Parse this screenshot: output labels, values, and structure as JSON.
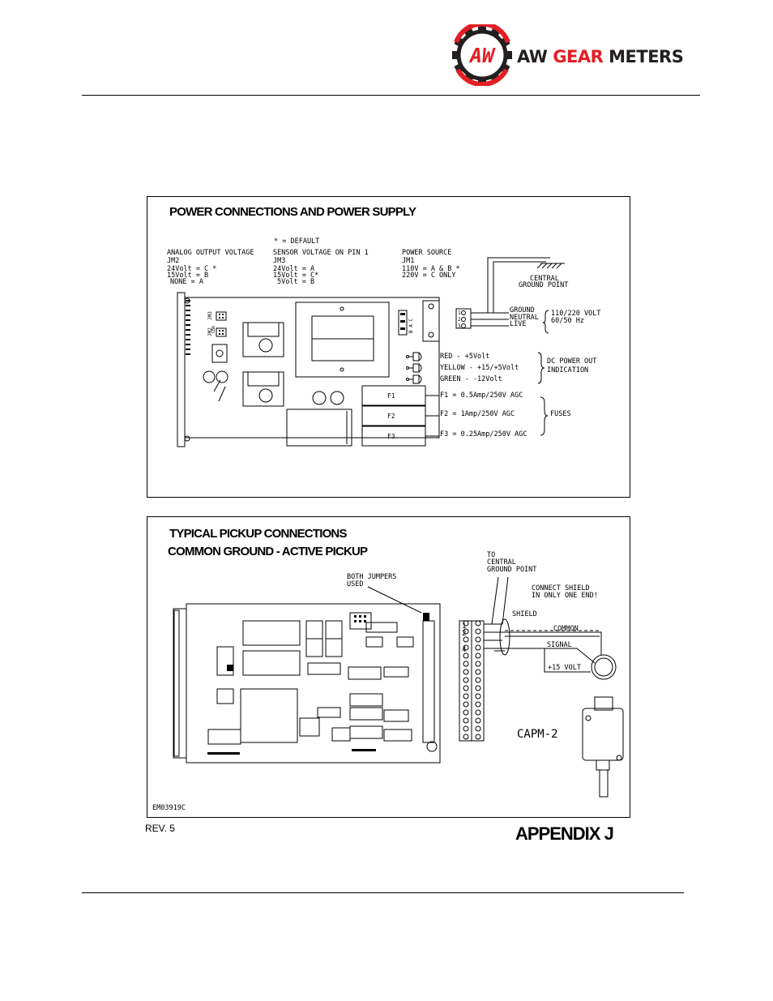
{
  "header": {
    "logo_mark": "AW",
    "brand_aw": "AW",
    "brand_gear": "GEAR",
    "brand_meters": "METERS",
    "colors": {
      "brand_red": "#e31e24",
      "brand_black": "#231f20"
    }
  },
  "panel1": {
    "title": "POWER CONNECTIONS AND POWER SUPPLY",
    "default_note": "* = DEFAULT",
    "analog": {
      "heading": "ANALOG OUTPUT VOLTAGE",
      "jumper": "JM2",
      "lines": [
        "24Volt = C *",
        "15Volt = B",
        "NONE = A"
      ]
    },
    "sensor": {
      "heading": "SENSOR VOLTAGE ON PIN 1",
      "jumper": "JM3",
      "lines": [
        "24Volt = A",
        "15Volt = C*",
        "5Volt = B"
      ]
    },
    "power_source": {
      "heading": "POWER SOURCE",
      "jumper": "JM1",
      "lines": [
        "110V = A & B *",
        "220V = C ONLY"
      ]
    },
    "board_labels": {
      "jm3": "JM3",
      "jm2": "JM2",
      "cba": "CBA",
      "jm1_letters": "B A C",
      "terminals": [
        "1",
        "2",
        "3"
      ]
    },
    "ground": {
      "line1": "CENTRAL",
      "line2": "GROUND POINT"
    },
    "mains": [
      "GROUND",
      "NEUTRAL",
      "LIVE"
    ],
    "voltage": {
      "line1": "110/220 VOLT",
      "line2": "60/50 Hz"
    },
    "leds": [
      "RED - +5Volt",
      "YELLOW - +15/+5Volt",
      "GREEN - -12Volt"
    ],
    "dc_power": {
      "line1": "DC POWER OUT",
      "line2": "INDICATION"
    },
    "fuse_boxes": [
      "F1",
      "F2",
      "F3"
    ],
    "fuses": [
      "F1 = 0.5Amp/250V AGC",
      "F2 = 1Amp/250V AGC",
      "F3 = 0.25Amp/250V AGC"
    ],
    "fuses_label": "FUSES"
  },
  "panel2": {
    "title1": "TYPICAL PICKUP CONNECTIONS",
    "title2": "COMMON GROUND - ACTIVE PICKUP",
    "jumpers_note": {
      "line1": "BOTH JUMPERS",
      "line2": "USED"
    },
    "to_ground": {
      "line1": "TO",
      "line2": "CENTRAL",
      "line3": "GROUND POINT"
    },
    "shield_note": {
      "line1": "CONNECT SHIELD",
      "line2": "IN ONLY ONE END!"
    },
    "terminals": [
      "1",
      "2",
      "4"
    ],
    "wires": [
      "SHIELD",
      "COMMON",
      "SIGNAL",
      "+15 VOLT"
    ],
    "pickup": "CAPM-2",
    "drawing_no": "EM03919C"
  },
  "footer": {
    "rev": "REV. 5",
    "appendix": "APPENDIX J"
  }
}
